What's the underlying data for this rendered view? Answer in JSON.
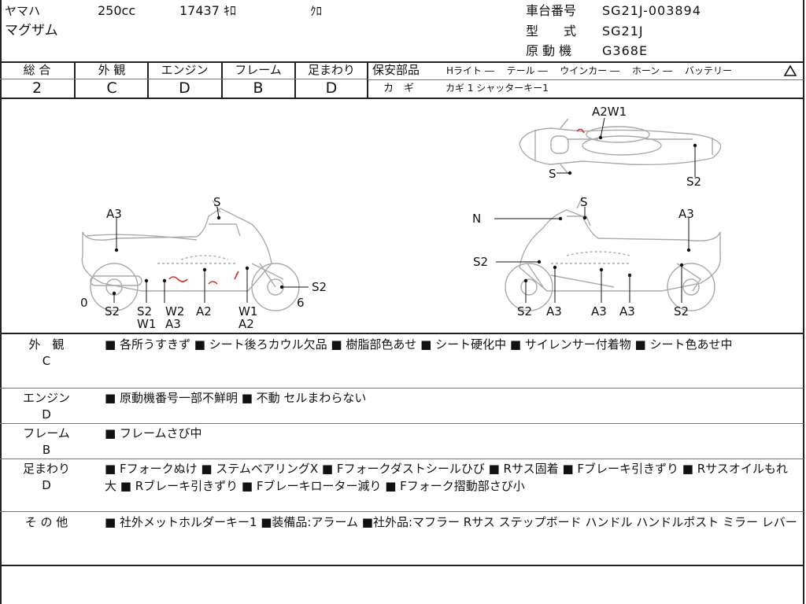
{
  "header": {
    "maker": "ヤマハ",
    "displacement": "250cc",
    "mileage": "17437 ｷﾛ",
    "color": "ｸﾛ",
    "model": "マグザム",
    "frame_no_label": "車台番号",
    "frame_no": "SG21J-003894",
    "type_label": "型　　式",
    "type": "SG21J",
    "engine_label": "原 動 機",
    "engine_no": "G368E"
  },
  "grades": {
    "labels": [
      "総 合",
      "外 観",
      "エンジン",
      "フレーム",
      "足まわり"
    ],
    "values": [
      "2",
      "C",
      "D",
      "B",
      "D"
    ]
  },
  "safety": {
    "label": "保安部品",
    "items": "Hライト ―　 テール ―　 ウインカー ―　 ホーン ―　 バッテリー",
    "key_label": "カ　ギ",
    "key_value": "カギ 1 シャッターキー1"
  },
  "diagram": {
    "top_view": {
      "a2w1": "A2W1",
      "s": "S",
      "s2": "S2"
    },
    "left_view": {
      "a3": "A3",
      "s": "S",
      "s2_right": "S2",
      "zero": "0",
      "six": "6",
      "b1": "S2",
      "b2": "S2",
      "b2b": "W1",
      "b3": "W2",
      "b3b": "A3",
      "b4": "A2",
      "b5": "W1",
      "b5b": "A2"
    },
    "right_view": {
      "n": "N",
      "s": "S",
      "a3": "A3",
      "s2_side": "S2",
      "b1": "S2",
      "b2": "A3",
      "b3": "A3",
      "b4": "A3",
      "b5": "S2"
    }
  },
  "notes": [
    {
      "label": "外　観",
      "grade": "C",
      "text": "■ 各所うすきず ■ シート後ろカウル欠品 ■ 樹脂部色あせ ■ シート硬化中 ■ サイレンサー付着物 ■ シート色あせ中"
    },
    {
      "label": "エンジン",
      "grade": "D",
      "text": "■ 原動機番号一部不鮮明 ■ 不動 セルまわらない"
    },
    {
      "label": "フレーム",
      "grade": "B",
      "text": "■ フレームさび中"
    },
    {
      "label": "足まわり",
      "grade": "D",
      "text": "■ Fフォークぬけ ■ ステムベアリングX ■ Fフォークダストシールひび ■ Rサス固着 ■ Fブレーキ引きずり ■ Rサスオイルもれ大 ■ Rブレーキ引きずり ■ Fブレーキローター減り ■ Fフォーク摺動部さび小"
    },
    {
      "label": "そ の 他",
      "grade": "",
      "text": "■ 社外メットホルダーキー1 ■装備品:アラーム ■社外品:マフラー Rサス ステップボード ハンドル ハンドルポスト ミラー レバー"
    }
  ]
}
